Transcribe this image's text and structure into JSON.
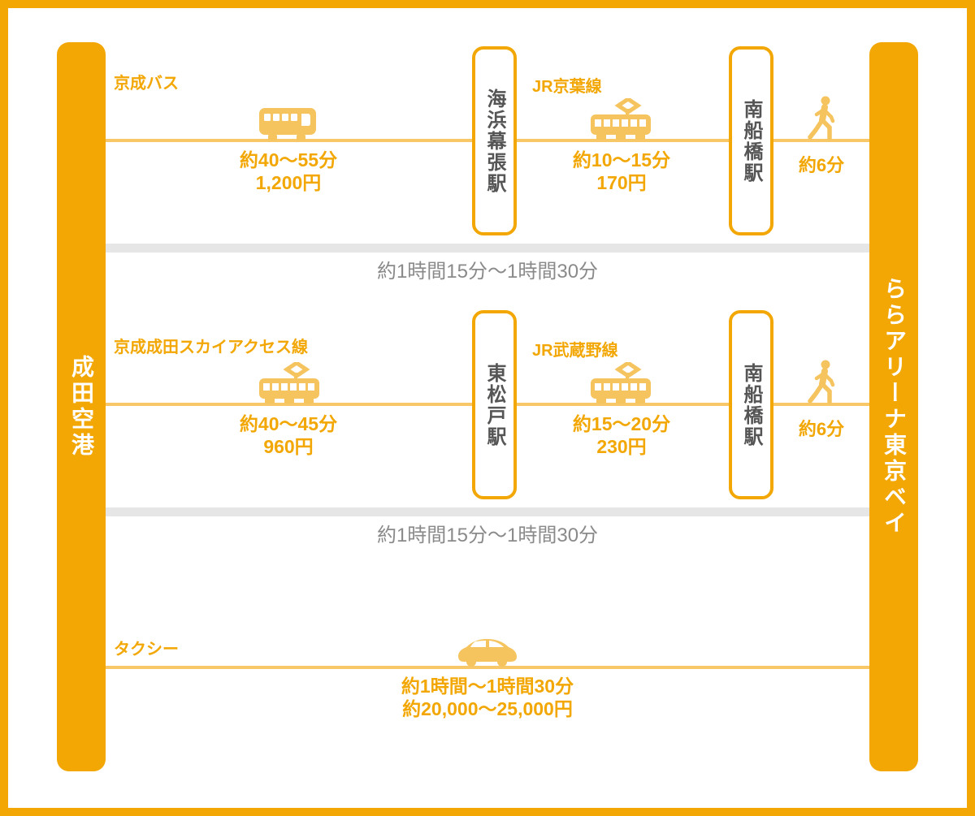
{
  "colors": {
    "accent": "#F2A705",
    "icon_amber": "#F5C45E",
    "line_amber": "#F8C768",
    "divider_gray": "#E6E6E6",
    "total_text_gray": "#8A8A8A",
    "station_text_gray": "#555555"
  },
  "endpoints": {
    "origin": "成田空港",
    "destination": "ららアリーナ東京ベイ"
  },
  "route1": {
    "leg1": {
      "label": "京成バス",
      "icon": "bus-icon",
      "duration": "約40〜55分",
      "fare": "1,200円"
    },
    "station1": "海浜幕張駅",
    "leg2": {
      "label": "JR京葉線",
      "icon": "train-icon",
      "duration": "約10〜15分",
      "fare": "170円"
    },
    "station2": "南船橋駅",
    "walk": {
      "icon": "walk-icon",
      "duration": "約6分"
    },
    "total": "約1時間15分〜1時間30分"
  },
  "route2": {
    "leg1": {
      "label": "京成成田スカイアクセス線",
      "icon": "train-icon",
      "duration": "約40〜45分",
      "fare": "960円"
    },
    "station1": "東松戸駅",
    "leg2": {
      "label": "JR武蔵野線",
      "icon": "train-icon",
      "duration": "約15〜20分",
      "fare": "230円"
    },
    "station2": "南船橋駅",
    "walk": {
      "icon": "walk-icon",
      "duration": "約6分"
    },
    "total": "約1時間15分〜1時間30分"
  },
  "route3": {
    "leg1": {
      "label": "タクシー",
      "icon": "car-icon",
      "duration": "約1時間〜1時間30分",
      "fare": "約20,000〜25,000円"
    }
  }
}
